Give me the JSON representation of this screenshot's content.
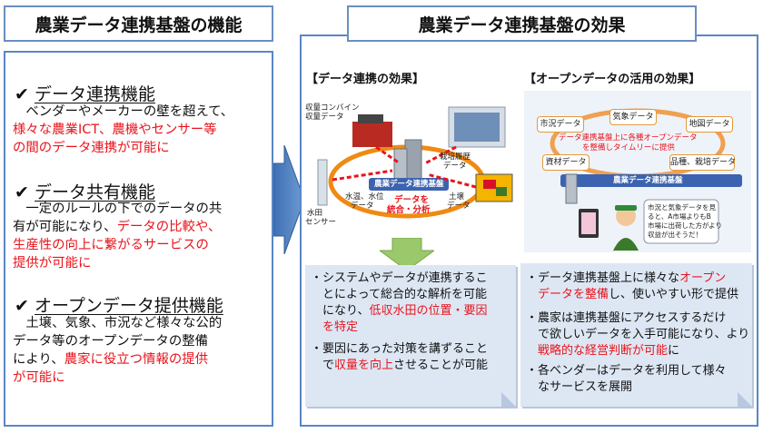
{
  "left": {
    "title": "農業データ連携基盤の機能",
    "sections": [
      {
        "title": "データ連携機能",
        "lines": [
          {
            "parts": [
              {
                "t": "　ベンダーやメーカーの壁を超えて、",
                "red": false
              }
            ]
          },
          {
            "parts": [
              {
                "t": "様々な農業ICT、農機やセンサー等",
                "red": true
              }
            ]
          },
          {
            "parts": [
              {
                "t": "の間のデータ連携が可能に",
                "red": true
              }
            ]
          }
        ]
      },
      {
        "title": "データ共有機能",
        "lines": [
          {
            "parts": [
              {
                "t": "　一定のルールの下でのデータの共",
                "red": false
              }
            ]
          },
          {
            "parts": [
              {
                "t": "有が可能になり、",
                "red": false
              },
              {
                "t": "データの比較や、",
                "red": true
              }
            ]
          },
          {
            "parts": [
              {
                "t": "生産性の向上に繋がるサービスの",
                "red": true
              }
            ]
          },
          {
            "parts": [
              {
                "t": "提供が可能に",
                "red": true
              }
            ]
          }
        ]
      },
      {
        "title": "オープンデータ提供機能",
        "lines": [
          {
            "parts": [
              {
                "t": "　土壌、気象、市況など様々な公的",
                "red": false
              }
            ]
          },
          {
            "parts": [
              {
                "t": "データ等のオープンデータの整備",
                "red": false
              }
            ]
          },
          {
            "parts": [
              {
                "t": "により、",
                "red": false
              },
              {
                "t": "農家に役立つ情報の提供",
                "red": true
              }
            ]
          },
          {
            "parts": [
              {
                "t": "が可能に",
                "red": true
              }
            ]
          }
        ]
      }
    ]
  },
  "right": {
    "title": "農業データ連携基盤の効果",
    "effect1": {
      "title": "【データ連携の効果】",
      "diagram": {
        "harvest": [
          "収量コンバイン",
          "収量データ"
        ],
        "history": [
          "栽培履歴",
          "データ"
        ],
        "water": [
          "水温、水位",
          "データ"
        ],
        "soil": [
          "土壌",
          "データ"
        ],
        "sensor": [
          "水田",
          "センサー"
        ],
        "platform": "農業データ連携基盤",
        "integrate": [
          "データを",
          "統合・分析"
        ]
      },
      "bullets": [
        {
          "lines": [
            {
              "parts": [
                {
                  "t": "・システムやデータが連携するこ",
                  "red": false
                }
              ]
            },
            {
              "parts": [
                {
                  "t": "　とによって総合的な解析を可能",
                  "red": false
                }
              ]
            },
            {
              "parts": [
                {
                  "t": "　になり、",
                  "red": false
                },
                {
                  "t": "低収水田の位置・要因",
                  "red": true
                }
              ]
            },
            {
              "parts": [
                {
                  "t": "　を特定",
                  "red": true
                }
              ]
            }
          ]
        },
        {
          "lines": [
            {
              "parts": [
                {
                  "t": "・要因にあった対策を講ずること",
                  "red": false
                }
              ]
            },
            {
              "parts": [
                {
                  "t": "　で",
                  "red": false
                },
                {
                  "t": "収量を向上",
                  "red": true
                },
                {
                  "t": "させることが可能",
                  "red": false
                }
              ]
            }
          ]
        }
      ]
    },
    "effect2": {
      "title": "【オープンデータの活用の効果】",
      "diagram": {
        "market": "市況データ",
        "weather": "気象データ",
        "map": "地図データ",
        "material": "資材データ",
        "variety": "品種、栽培データ",
        "center": [
          "データ連携基盤上に各種オープンデータ",
          "を整備しタイムリーに提供"
        ],
        "platform": "農業データ連携基盤",
        "speech": [
          "市況と気象データを見",
          "ると、A市場よりもB",
          "市場に出荷した方がより",
          "収益が出そうだ！"
        ]
      },
      "bullets": [
        {
          "lines": [
            {
              "parts": [
                {
                  "t": "・データ連携基盤上に様々な",
                  "red": false
                },
                {
                  "t": "オープン",
                  "red": true
                }
              ]
            },
            {
              "parts": [
                {
                  "t": "　データを整備",
                  "red": true
                },
                {
                  "t": "し、使いやすい形で提供",
                  "red": false
                }
              ]
            }
          ]
        },
        {
          "lines": [
            {
              "parts": [
                {
                  "t": "・農家は連携基盤にアクセスするだけ",
                  "red": false
                }
              ]
            },
            {
              "parts": [
                {
                  "t": "　で欲しいデータを入手可能になり、より",
                  "red": false
                }
              ]
            },
            {
              "parts": [
                {
                  "t": "　",
                  "red": false
                },
                {
                  "t": "戦略的な経営判断が可能",
                  "red": true
                },
                {
                  "t": "に",
                  "red": false
                }
              ]
            }
          ]
        },
        {
          "lines": [
            {
              "parts": [
                {
                  "t": "・各ベンダーはデータを利用して様々",
                  "red": false
                }
              ]
            },
            {
              "parts": [
                {
                  "t": "　なサービスを展開",
                  "red": false
                }
              ]
            }
          ]
        }
      ]
    }
  }
}
